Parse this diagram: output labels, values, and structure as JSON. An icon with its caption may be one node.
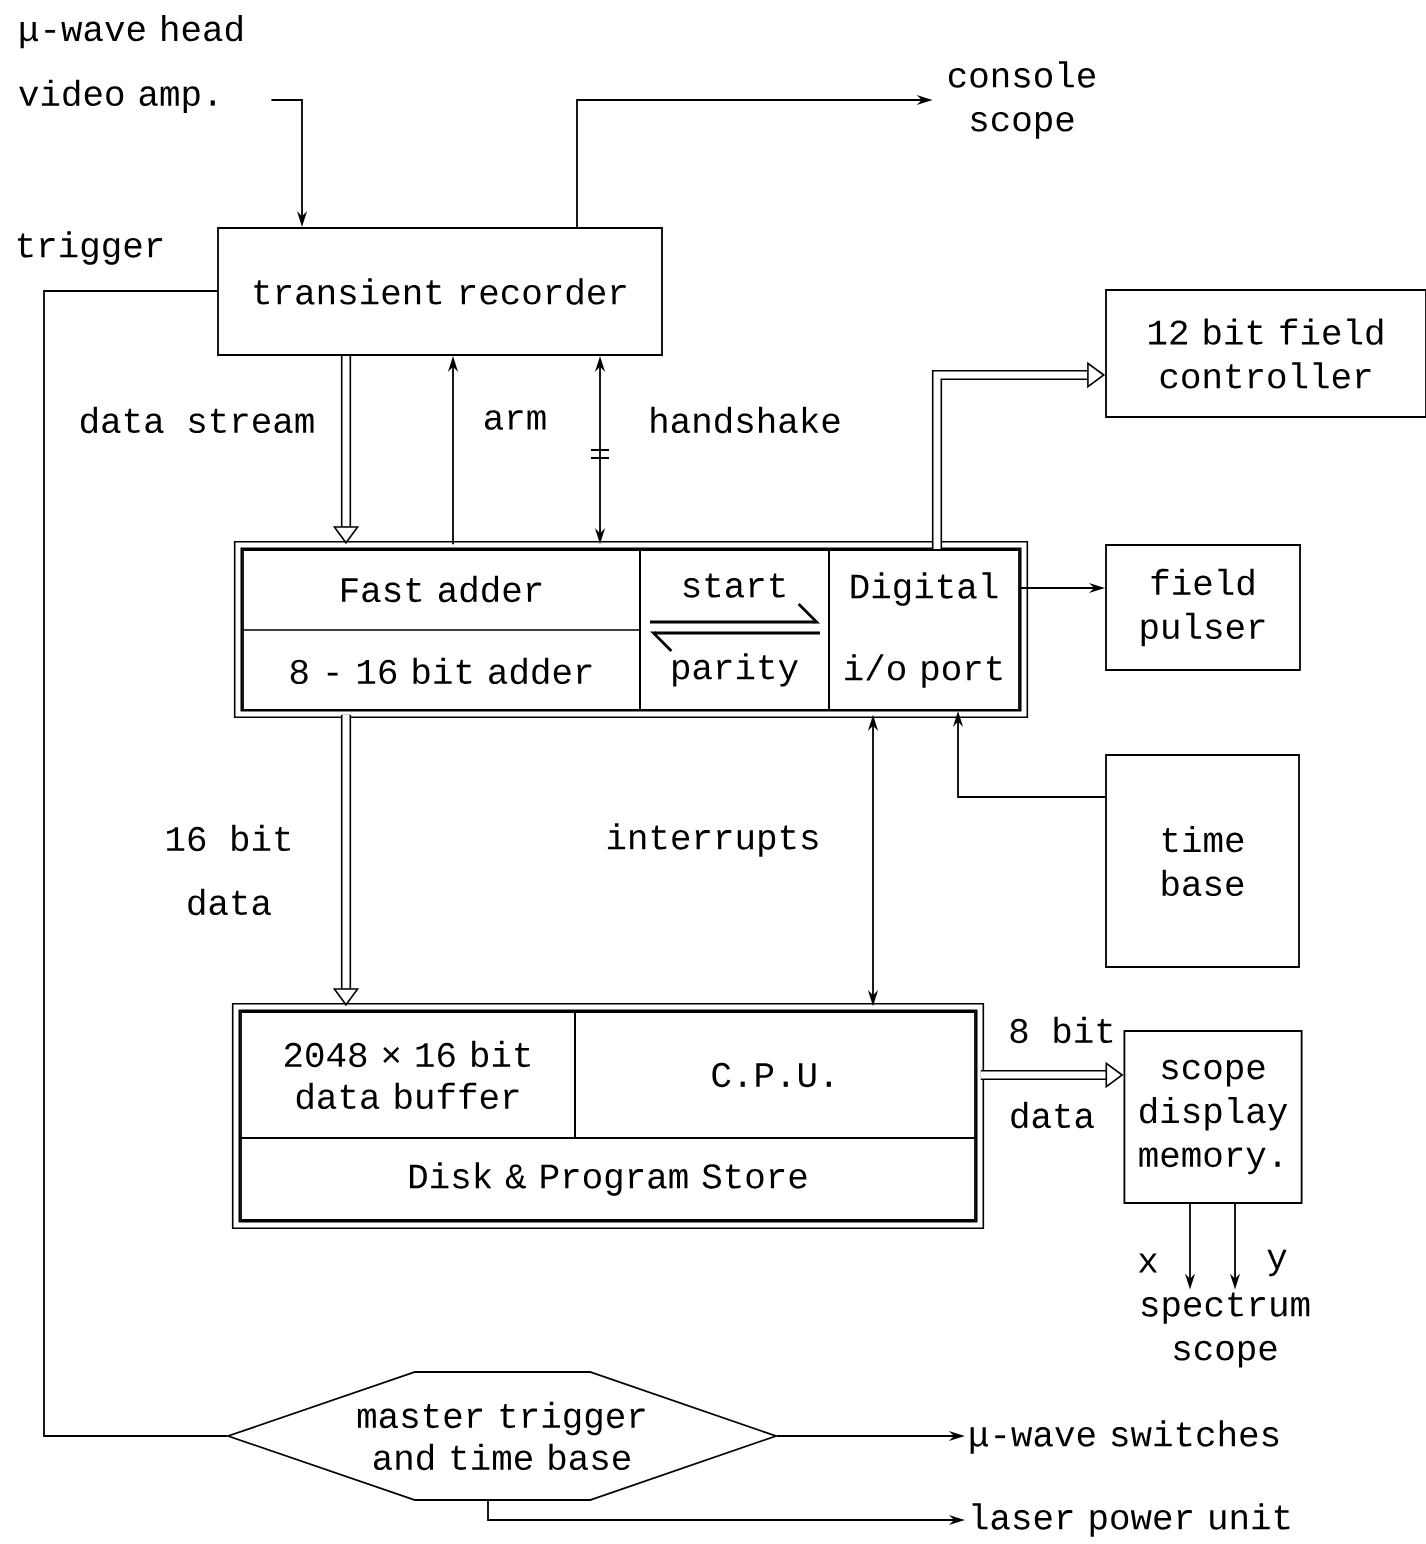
{
  "diagram": {
    "nodes": [
      {
        "text": [
          "μ-wave head video amp."
        ]
      },
      {
        "text": [
          "transient recorder"
        ]
      },
      {
        "text": [
          "console scope"
        ]
      },
      {
        "text": [],
        "shape": "box"
      },
      {
        "text": [
          "Fast adder",
          "8 - 16 bit adder"
        ],
        "in": 3
      },
      {
        "text": [
          "start",
          "parity"
        ],
        "in": 3
      },
      {
        "text": [
          "Digital",
          "i/o port"
        ],
        "in": 3
      },
      {
        "text": [
          "12 bit field controller"
        ]
      },
      {
        "text": [
          "field pulser"
        ]
      },
      {
        "text": [
          "time base"
        ]
      },
      {
        "text": [],
        "shape": "box"
      },
      {
        "text": [
          "2048 × 16 bit data buffer"
        ],
        "in": 10
      },
      {
        "text": [
          "C.P.U."
        ],
        "in": 10
      },
      {
        "text": [
          "Disk & Program Store"
        ],
        "in": 10
      },
      {
        "text": [
          "scope display memory."
        ]
      },
      {
        "text": [
          "spectrum scope"
        ]
      },
      {
        "text": [
          "master trigger and time base"
        ]
      },
      {
        "text": [
          "μ-wave switches"
        ]
      },
      {
        "text": [
          "laser power unit"
        ]
      }
    ],
    "edges": [
      {
        "from": 0,
        "to": 1,
        "arrow": "to"
      },
      {
        "from": 1,
        "to": 2,
        "arrow": "to"
      },
      {
        "from": 16,
        "to": 1,
        "arrow": "none",
        "label": "trigger"
      },
      {
        "from": 1,
        "to": 3,
        "arrow": "to",
        "style": "thick",
        "label": "data stream"
      },
      {
        "from": 3,
        "to": 1,
        "arrow": "to",
        "label": "arm"
      },
      {
        "from": 1,
        "to": 3,
        "arrow": "both",
        "label": "handshake"
      },
      {
        "from": 6,
        "to": 7,
        "arrow": "to",
        "style": "thick"
      },
      {
        "from": 6,
        "to": 8,
        "arrow": "to"
      },
      {
        "from": 9,
        "to": 6,
        "arrow": "to"
      },
      {
        "from": 3,
        "to": 10,
        "arrow": "to",
        "style": "thick"
      },
      {
        "from": 3,
        "to": 10,
        "arrow": "both",
        "label": "interrupts"
      },
      {
        "from": 10,
        "to": 14,
        "arrow": "to",
        "style": "thick"
      },
      {
        "from": 14,
        "to": 15,
        "arrow": "to",
        "label": "x"
      },
      {
        "from": 14,
        "to": 15,
        "arrow": "to",
        "label": "y"
      },
      {
        "from": 16,
        "to": 17,
        "arrow": "to"
      },
      {
        "from": 16,
        "to": 18,
        "arrow": "to"
      }
    ],
    "labels": [
      "16 bit",
      "data",
      "8 bit",
      "data"
    ]
  }
}
